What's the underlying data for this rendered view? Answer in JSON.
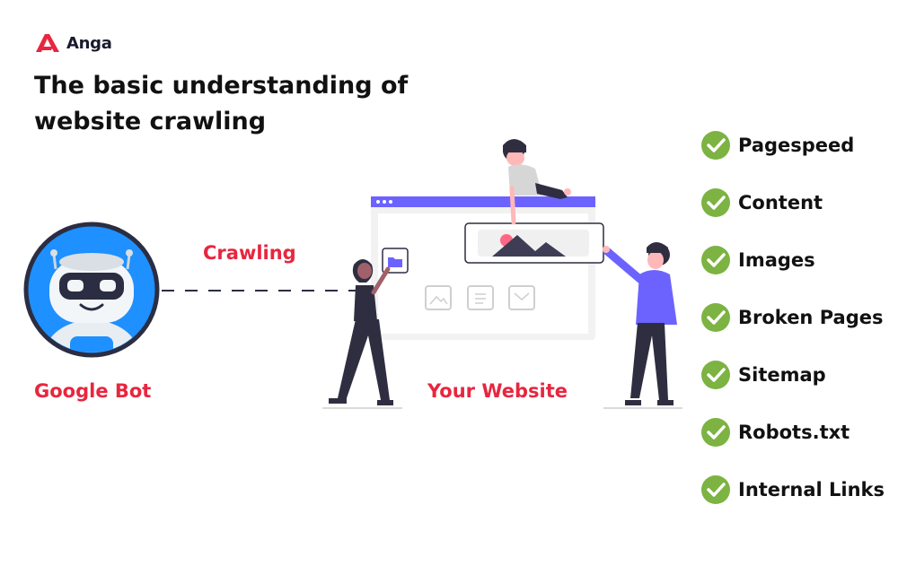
{
  "brand": {
    "name": "Anga"
  },
  "heading": {
    "line1": "The basic understanding of",
    "line2": "website crawling"
  },
  "labels": {
    "crawler": "Google Bot",
    "action": "Crawling",
    "target": "Your Website"
  },
  "checklist": [
    {
      "label": "Pagespeed"
    },
    {
      "label": "Content"
    },
    {
      "label": "Images"
    },
    {
      "label": "Broken Pages"
    },
    {
      "label": "Sitemap"
    },
    {
      "label": "Robots.txt"
    },
    {
      "label": "Internal Links"
    }
  ],
  "colors": {
    "accent": "#e8263f",
    "check": "#7cb342",
    "purple": "#6c63ff",
    "robotBg": "#1e90ff",
    "text": "#111111"
  }
}
